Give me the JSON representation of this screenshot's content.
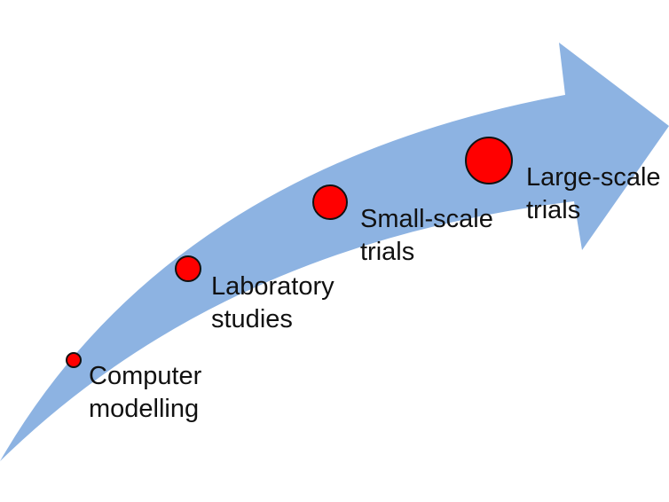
{
  "colors": {
    "arrow": "#8db3e2",
    "dot": "#ff0000",
    "dot_stroke": "#111111"
  },
  "stages": [
    {
      "line1": "Computer",
      "line2": "modelling"
    },
    {
      "line1": "Laboratory",
      "line2": "studies"
    },
    {
      "line1": "Small-scale",
      "line2": "trials"
    },
    {
      "line1": "Large-scale",
      "line2": "trials"
    }
  ]
}
